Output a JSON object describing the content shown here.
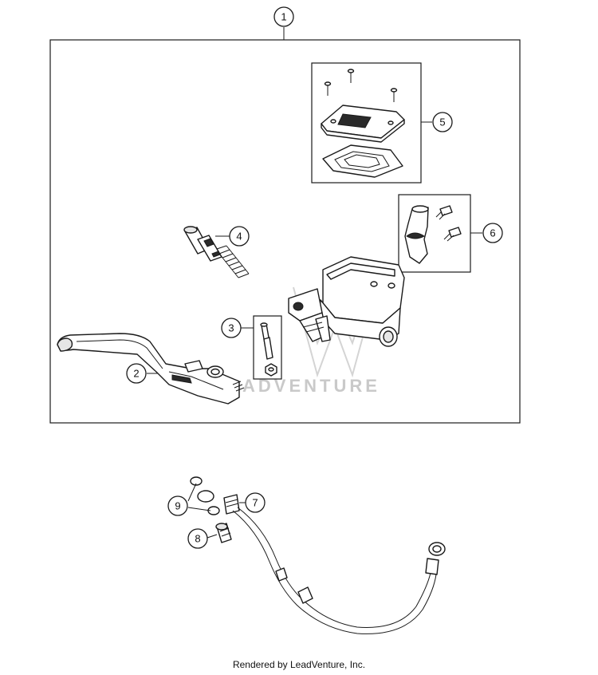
{
  "callouts": [
    {
      "id": "1",
      "label": "1"
    },
    {
      "id": "2",
      "label": "2"
    },
    {
      "id": "3",
      "label": "3"
    },
    {
      "id": "4",
      "label": "4"
    },
    {
      "id": "5",
      "label": "5"
    },
    {
      "id": "6",
      "label": "6"
    },
    {
      "id": "7",
      "label": "7"
    },
    {
      "id": "8",
      "label": "8"
    },
    {
      "id": "9",
      "label": "9"
    }
  ],
  "watermark": {
    "text": "ADVENTURE"
  },
  "footer": {
    "text": "Rendered by LeadVenture, Inc."
  }
}
